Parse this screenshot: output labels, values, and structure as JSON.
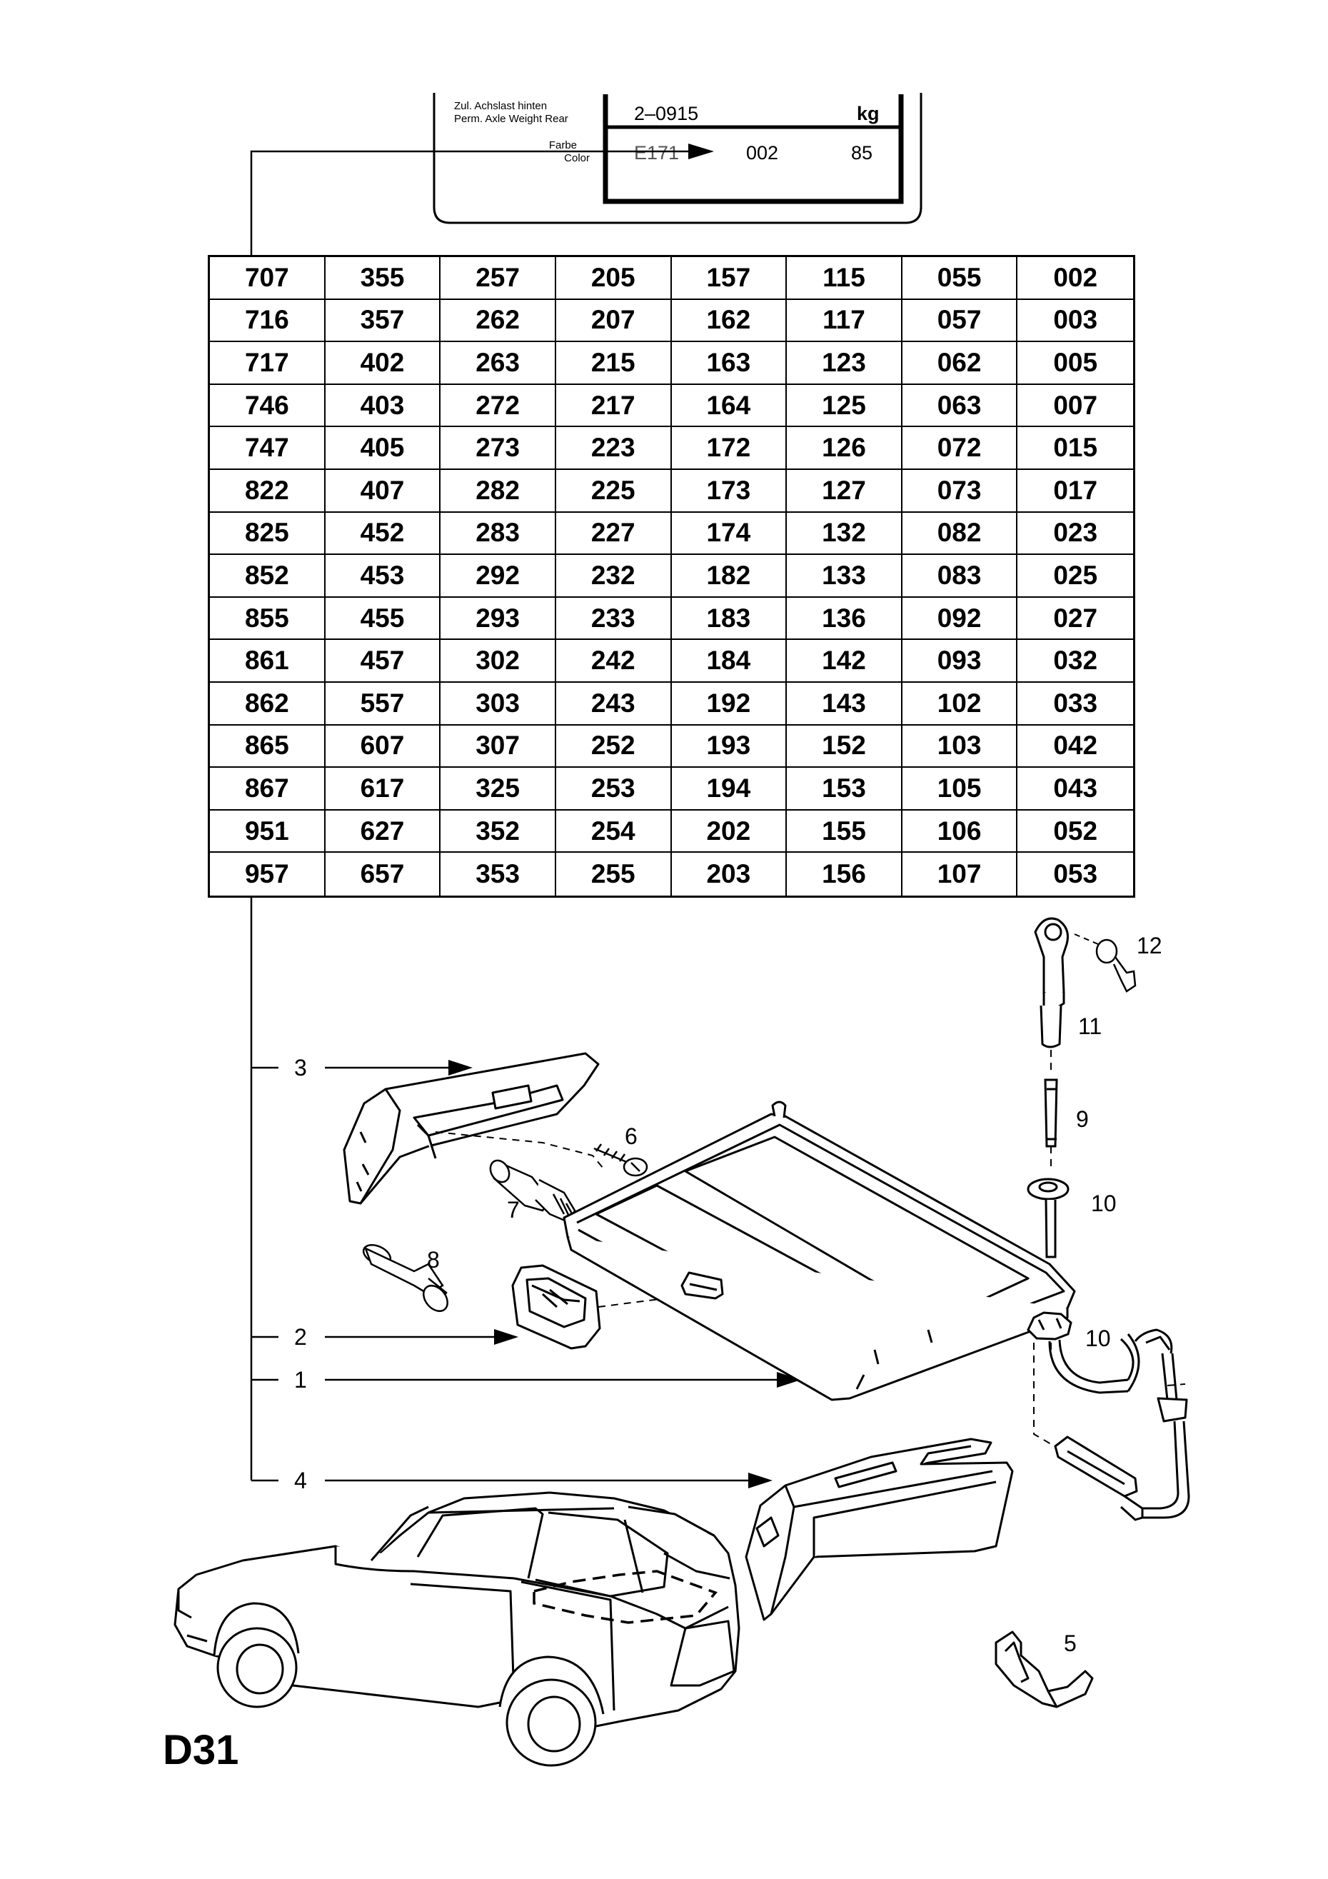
{
  "plate": {
    "axle_label_de": "Zul. Achslast hinten",
    "axle_label_en": "Perm. Axle Weight Rear",
    "axle_value": "2–0915",
    "axle_unit": "kg",
    "color_label_de": "Farbe",
    "color_label_en": "Color",
    "color_code_prefix": "E171",
    "color_code": "002",
    "color_extra": "85"
  },
  "codes": [
    [
      "707",
      "355",
      "257",
      "205",
      "157",
      "115",
      "055",
      "002"
    ],
    [
      "716",
      "357",
      "262",
      "207",
      "162",
      "117",
      "057",
      "003"
    ],
    [
      "717",
      "402",
      "263",
      "215",
      "163",
      "123",
      "062",
      "005"
    ],
    [
      "746",
      "403",
      "272",
      "217",
      "164",
      "125",
      "063",
      "007"
    ],
    [
      "747",
      "405",
      "273",
      "223",
      "172",
      "126",
      "072",
      "015"
    ],
    [
      "822",
      "407",
      "282",
      "225",
      "173",
      "127",
      "073",
      "017"
    ],
    [
      "825",
      "452",
      "283",
      "227",
      "174",
      "132",
      "082",
      "023"
    ],
    [
      "852",
      "453",
      "292",
      "232",
      "182",
      "133",
      "083",
      "025"
    ],
    [
      "855",
      "455",
      "293",
      "233",
      "183",
      "136",
      "092",
      "027"
    ],
    [
      "861",
      "457",
      "302",
      "242",
      "184",
      "142",
      "093",
      "032"
    ],
    [
      "862",
      "557",
      "303",
      "243",
      "192",
      "143",
      "102",
      "033"
    ],
    [
      "865",
      "607",
      "307",
      "252",
      "193",
      "152",
      "103",
      "042"
    ],
    [
      "867",
      "617",
      "325",
      "253",
      "194",
      "153",
      "105",
      "043"
    ],
    [
      "951",
      "627",
      "352",
      "254",
      "202",
      "155",
      "106",
      "052"
    ],
    [
      "957",
      "657",
      "353",
      "255",
      "203",
      "156",
      "107",
      "053"
    ]
  ],
  "callouts": {
    "c1": "1",
    "c2": "2",
    "c3": "3",
    "c4": "4",
    "c5": "5",
    "c6": "6",
    "c7": "7",
    "c8": "8",
    "c9": "9",
    "c10a": "10",
    "c10b": "10",
    "c11": "11",
    "c12": "12"
  },
  "page_id": "D31"
}
